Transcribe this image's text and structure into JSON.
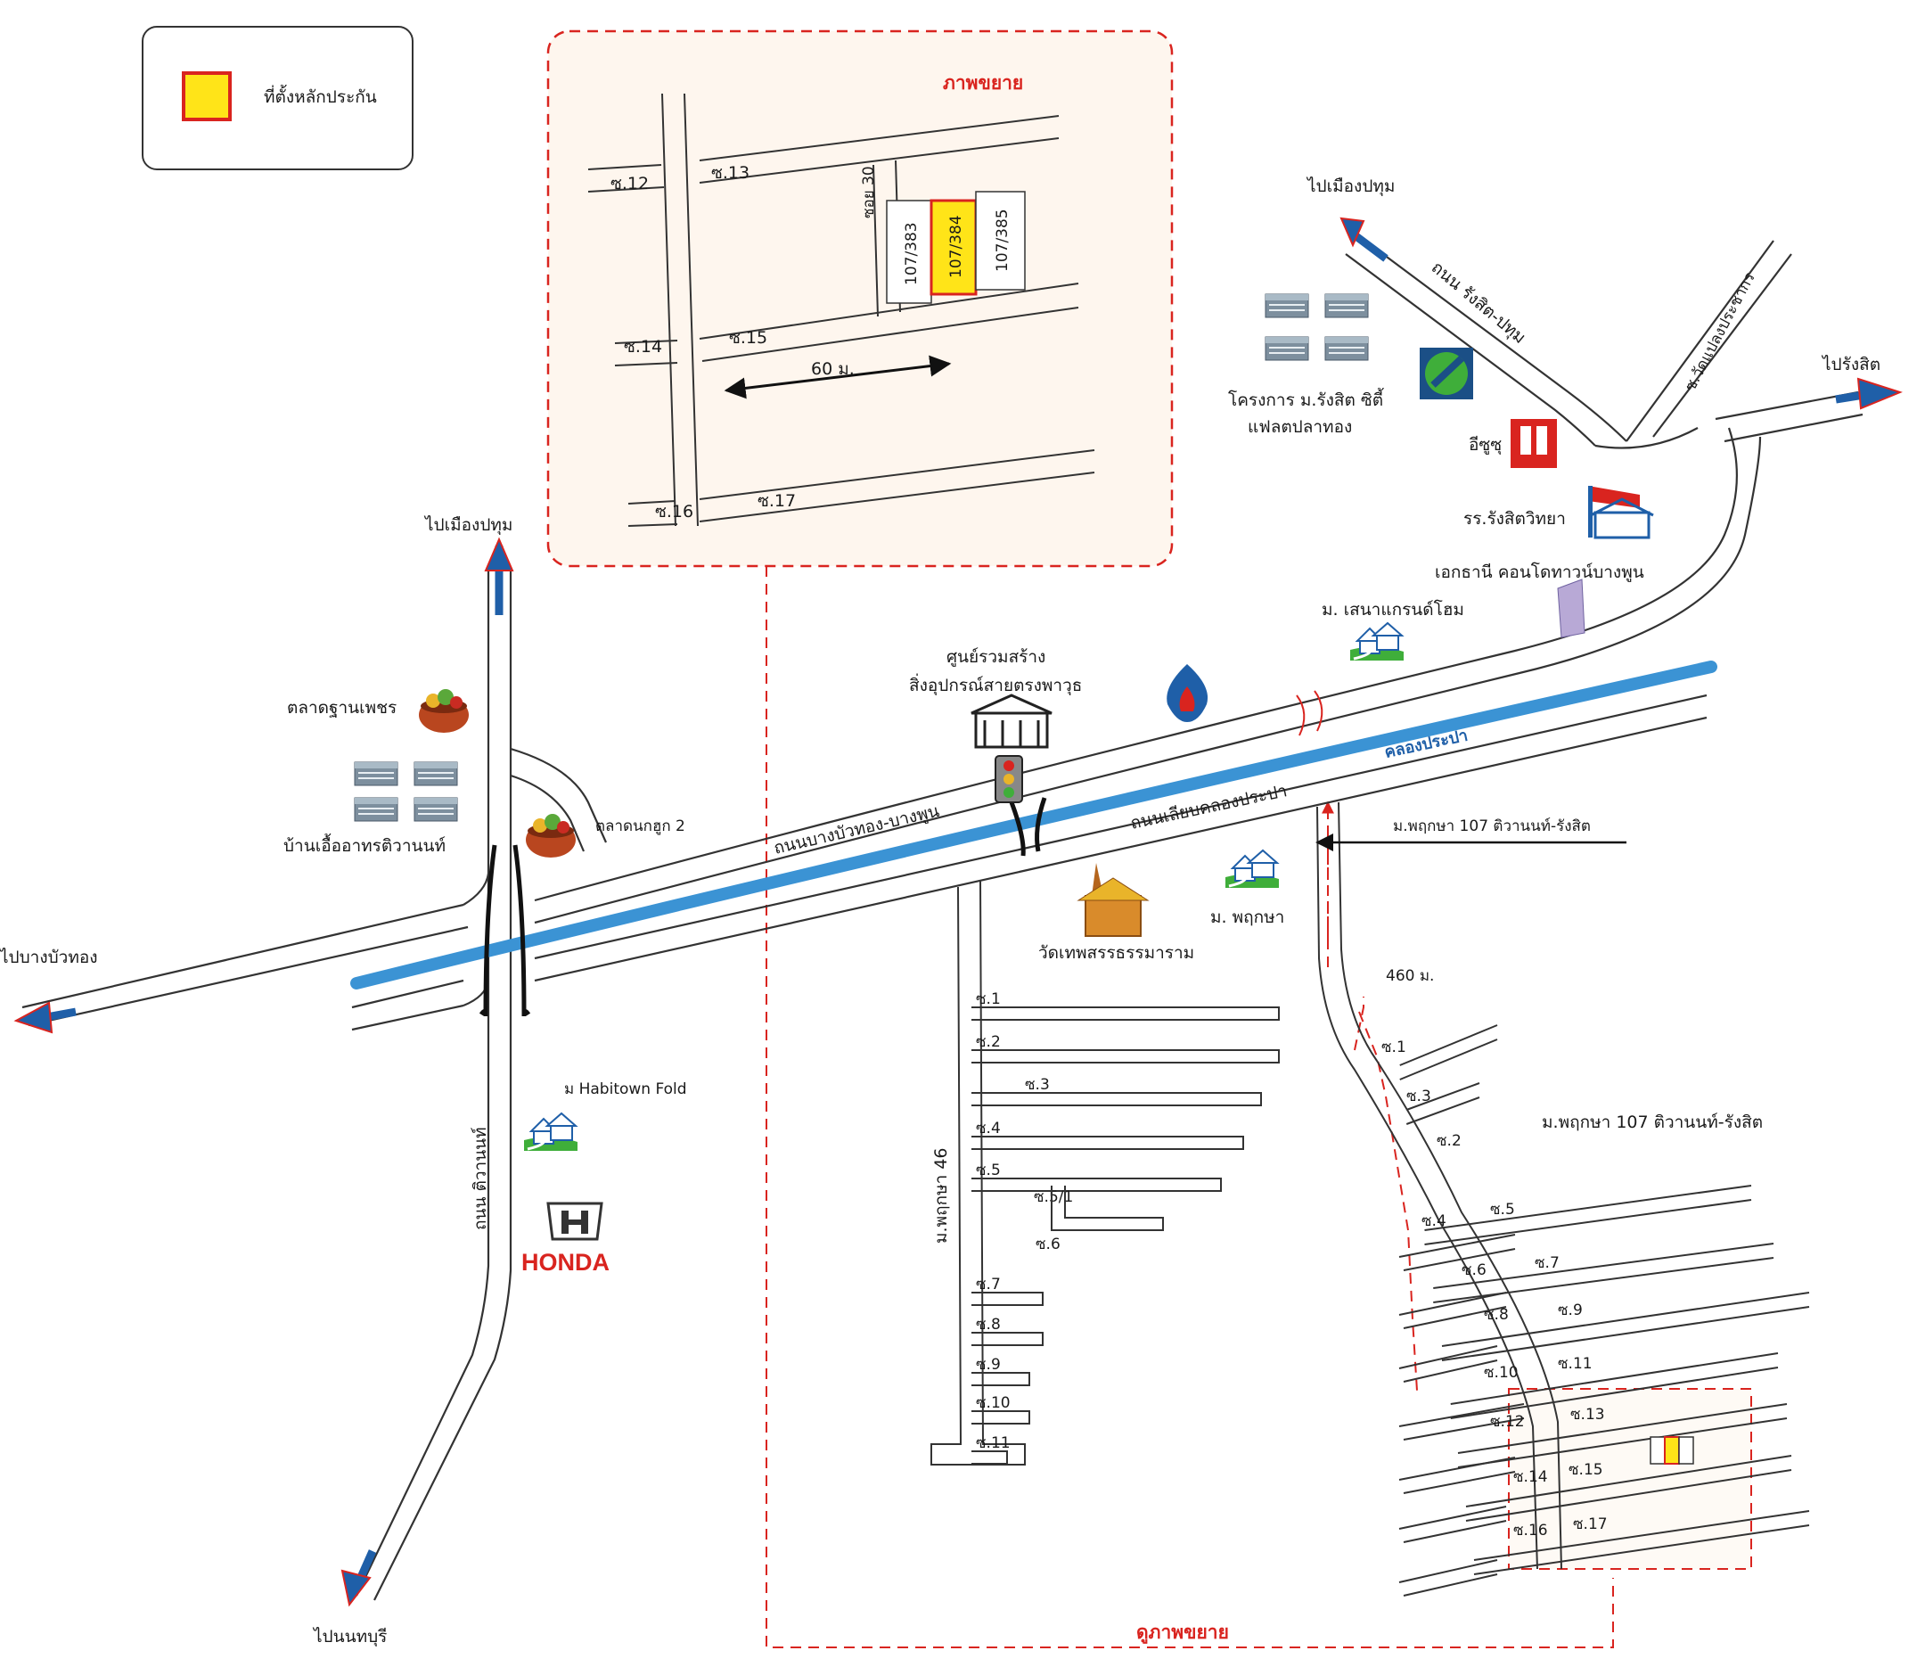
{
  "legend": {
    "label": "ที่ตั้งหลักประกัน",
    "marker_color": "#ffe418",
    "marker_border": "#d9241f"
  },
  "inset": {
    "title": "ภาพขยาย",
    "soi": [
      "ซ.12",
      "ซ.13",
      "ซ.14",
      "ซ.15",
      "ซ.16",
      "ซ.17"
    ],
    "side_road": "ซอย 30",
    "lots": [
      "107/383",
      "107/384",
      "107/385"
    ],
    "distance": "60 ม."
  },
  "destinations": {
    "north_top": "ไปเมืองปทุม",
    "north_right": "ไปเมืองปทุม",
    "east": "ไปรังสิต",
    "west": "ไปบางบัวทอง",
    "south": "ไปนนทบุรี"
  },
  "roads": {
    "rangsit_pathum": "ถนน รังสิต-ปทุม",
    "wat_praprachakorn": "ซ.วัดแปลงประชากร",
    "bangbuathong": "ถนนบางบัวทอง-บางพูน",
    "canal_road": "ถนนเลียบคลองประปา",
    "canal": "คลองประปา",
    "tiwanon": "ถนน ติวานนท์",
    "pruksa46": "ม.พฤกษา 46",
    "to_site": "ม.พฤกษา 107 ติวานนท์-รังสิต"
  },
  "landmarks": {
    "rangsit_city": "โครงการ ม.รังสิต ซิตี้",
    "plaplathong": "แฟลตปลาทอง",
    "isuzu": "อีซูซุ",
    "school": "รร.รังสิตวิทยา",
    "condo": "เอกธานี คอนโดทาวน์บางพูน",
    "senagrand": "ม. เสนาแกรนด์โฮม",
    "mart": "ศูนย์รวมสร้าง",
    "mart2": "สิ่งอุปกรณ์สายตรงพาวุธ",
    "market1": "ตลาดฐานเพชร",
    "market2": "ตลาดนกฮูก 2",
    "flats": "บ้านเอื้ออาทรติวานนท์",
    "temple": "วัดเทพสรรธรรมาราม",
    "pruksa": "ม. พฤกษา",
    "habitown": "ม Habitown Fold",
    "honda": "HONDA",
    "pruksa107": "ม.พฤกษา 107 ติวานนท์-รังสิต",
    "distance2": "460 ม."
  },
  "pruksa46_sois": [
    "ซ.1",
    "ซ.2",
    "ซ.3",
    "ซ.4",
    "ซ.5",
    "ซ.5/1",
    "ซ.6",
    "ซ.7",
    "ซ.8",
    "ซ.9",
    "ซ.10",
    "ซ.11"
  ],
  "pruksa107_sois": [
    "ซ.1",
    "ซ.3",
    "ซ.2",
    "ซ.4",
    "ซ.5",
    "ซ.6",
    "ซ.7",
    "ซ.8",
    "ซ.9",
    "ซ.10",
    "ซ.11",
    "ซ.12",
    "ซ.13",
    "ซ.14",
    "ซ.15",
    "ซ.16",
    "ซ.17"
  ],
  "zoom_link": "ดูภาพขยาย",
  "colors": {
    "canal": "#3b93d4",
    "arrow_blue": "#1f5fa8",
    "arrow_red": "#d9241f",
    "dashed": "#d9241f"
  }
}
